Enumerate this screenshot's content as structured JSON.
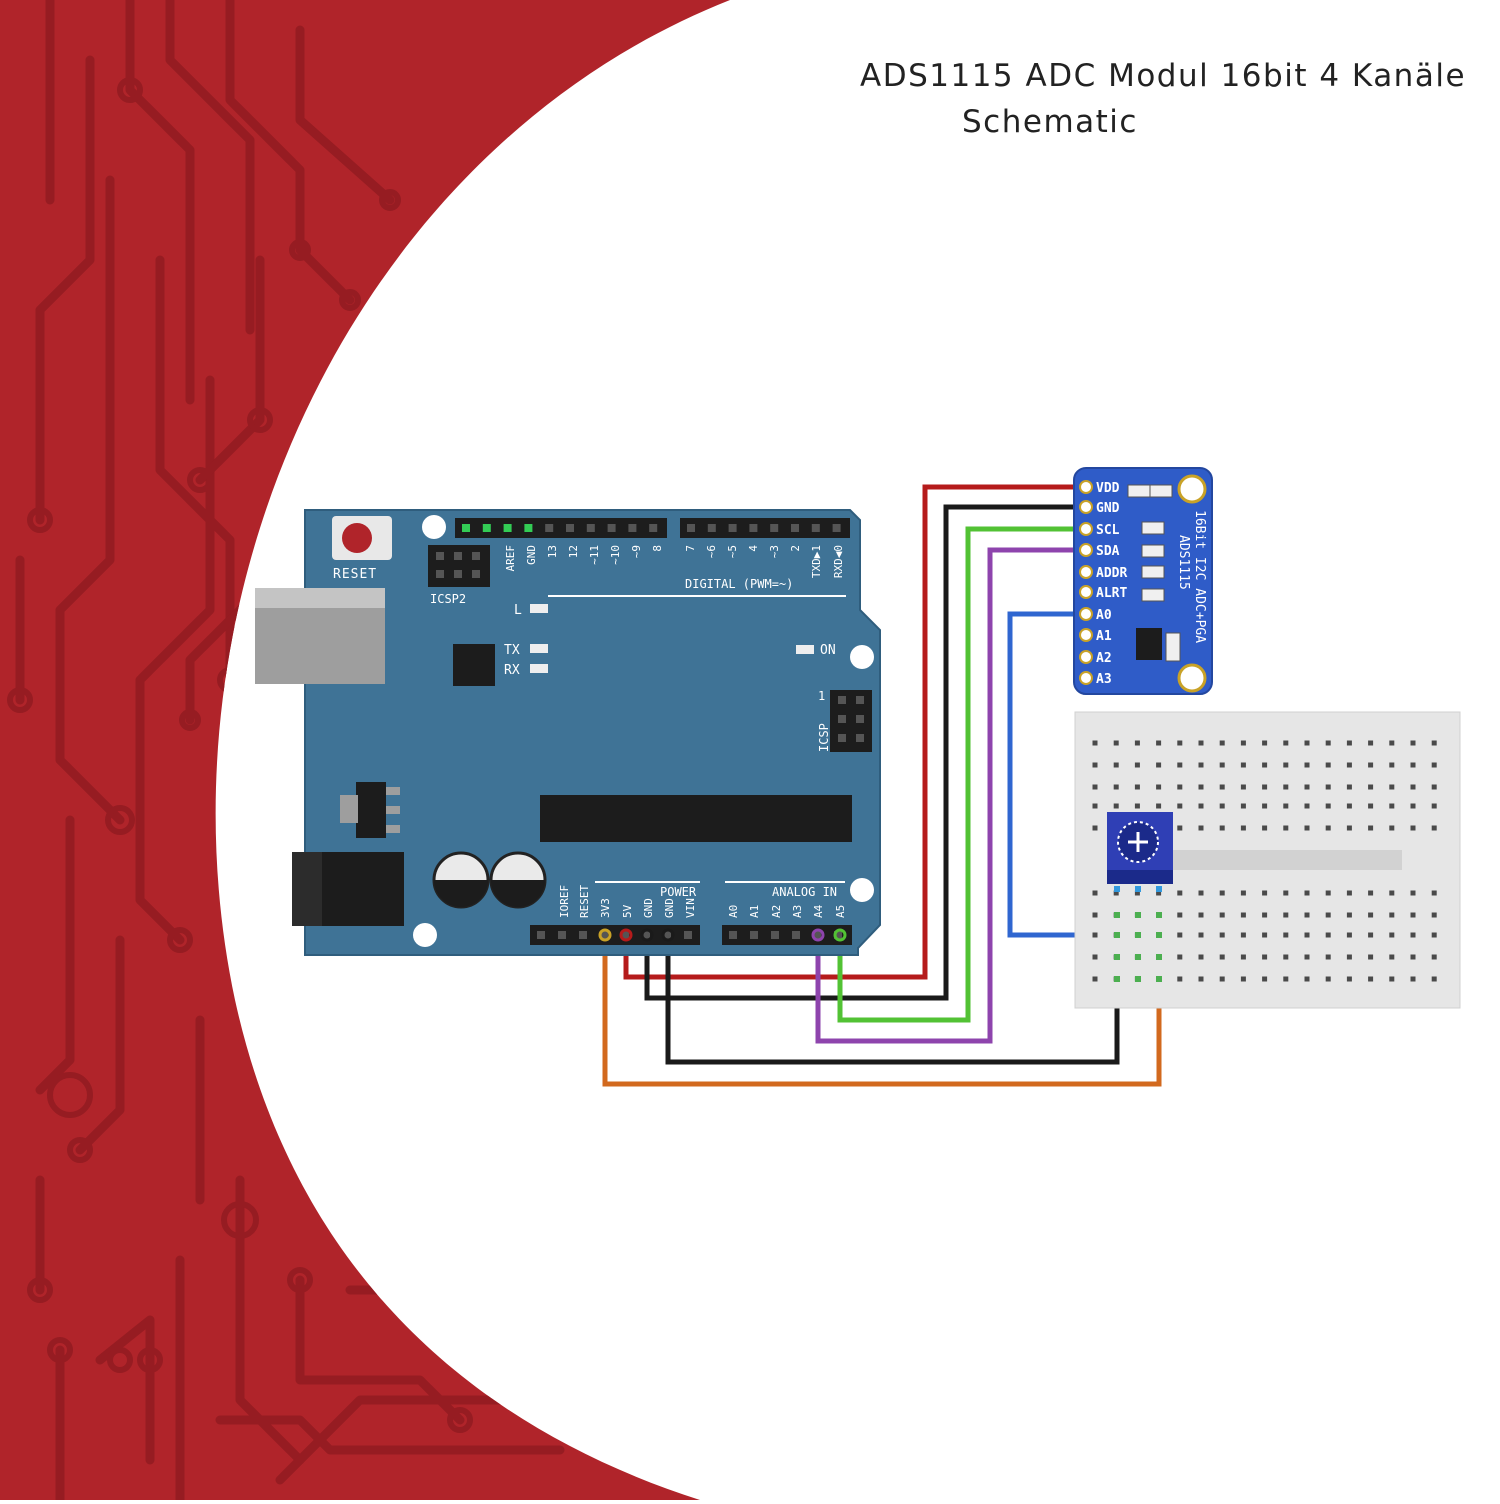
{
  "header": {
    "title": "ADS1115 ADC Modul 16bit 4 Kanäle",
    "subtitle": "Schematic"
  },
  "colors": {
    "background_red": "#b0242a",
    "trace_red": "#9a1c22",
    "board_blue": "#3f7396",
    "module_blue": "#2f5cc8",
    "breadboard": "#e6e6e6",
    "wire_red": "#b51b1b",
    "wire_black": "#1a1a1a",
    "wire_green": "#52c234",
    "wire_purple": "#8e44ad",
    "wire_blue": "#2f66d0",
    "wire_orange": "#d2691e"
  },
  "arduino": {
    "reset_label": "RESET",
    "icsp2_label": "ICSP2",
    "icsp_label": "ICSP",
    "icsp_pin1_label": "1",
    "led_l_label": "L",
    "led_tx_label": "TX",
    "led_rx_label": "RX",
    "led_on_label": "ON",
    "digital_label": "DIGITAL (PWM=~)",
    "power_label": "POWER",
    "analog_label": "ANALOG IN",
    "digital_pins": [
      "AREF",
      "GND",
      "13",
      "12",
      "~11",
      "~10",
      "~9",
      "8",
      "7",
      "~6",
      "~5",
      "4",
      "~3",
      "2",
      "TXD▶1",
      "RXD◀0"
    ],
    "power_pins": [
      "IOREF",
      "RESET",
      "3V3",
      "5V",
      "GND",
      "GND",
      "VIN"
    ],
    "analog_pins": [
      "A0",
      "A1",
      "A2",
      "A3",
      "A4",
      "A5"
    ]
  },
  "ads1115": {
    "pins": [
      "VDD",
      "GND",
      "SCL",
      "SDA",
      "ADDR",
      "ALRT",
      "A0",
      "A1",
      "A2",
      "A3"
    ],
    "board_text_1": "16Bit I2C ADC+PGA",
    "board_text_2": "ADS1115"
  },
  "icons": {
    "background": "circuit-trace-pattern",
    "potentiometer": "trimmer-potentiometer-icon"
  }
}
